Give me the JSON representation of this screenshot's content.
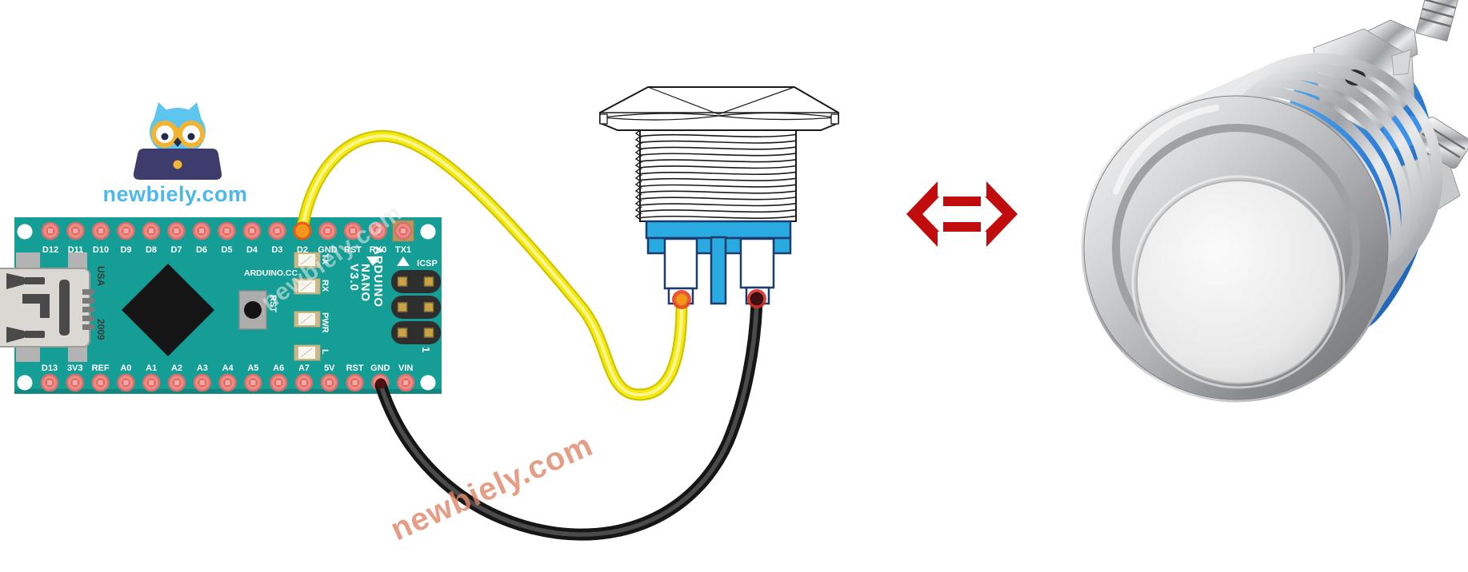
{
  "logo": {
    "text": "newbiely.com"
  },
  "watermark_board": "newbiely.com",
  "watermark_bottom": "newbiely.com",
  "board": {
    "name": "Arduino Nano",
    "top_pins": [
      "D12",
      "D11",
      "D10",
      "D9",
      "D8",
      "D7",
      "D6",
      "D5",
      "D4",
      "D3",
      "D2",
      "GND",
      "RST",
      "RX0",
      "TX1"
    ],
    "bottom_pins": [
      "D13",
      "3V3",
      "REF",
      "A0",
      "A1",
      "A2",
      "A3",
      "A4",
      "A5",
      "A6",
      "A7",
      "5V",
      "RST",
      "GND",
      "VIN"
    ],
    "leds": [
      "TX",
      "RX",
      "PWR",
      "L"
    ],
    "labels": {
      "vendor": "ARDUINO.CC",
      "reset_button": "RST",
      "usa": "USA",
      "year": "2009",
      "icsp": "ICSP",
      "model": "ARDUINO",
      "model2": "NANO",
      "version": "V3.0",
      "pin_one": "1"
    },
    "colors": {
      "pcb": "#149e96",
      "pad": "#ee8d88"
    }
  },
  "wires": [
    {
      "name": "signal wire",
      "color": "#f6ea0c",
      "from_pin": "D2",
      "to": "push button left terminal"
    },
    {
      "name": "ground wire",
      "color": "#2b2b2b",
      "from_pin": "GND",
      "to": "push button right terminal"
    }
  ],
  "button_diagram": {
    "base_color": "#29abe2",
    "outline_color": "#1c3b6e"
  },
  "arrow_icon": {
    "color": "#c00c0c",
    "direction": "left-right"
  },
  "photo": {
    "subject": "metal push button with blue plastic base and screw terminals",
    "accent_blue": "#2e7fd6"
  }
}
